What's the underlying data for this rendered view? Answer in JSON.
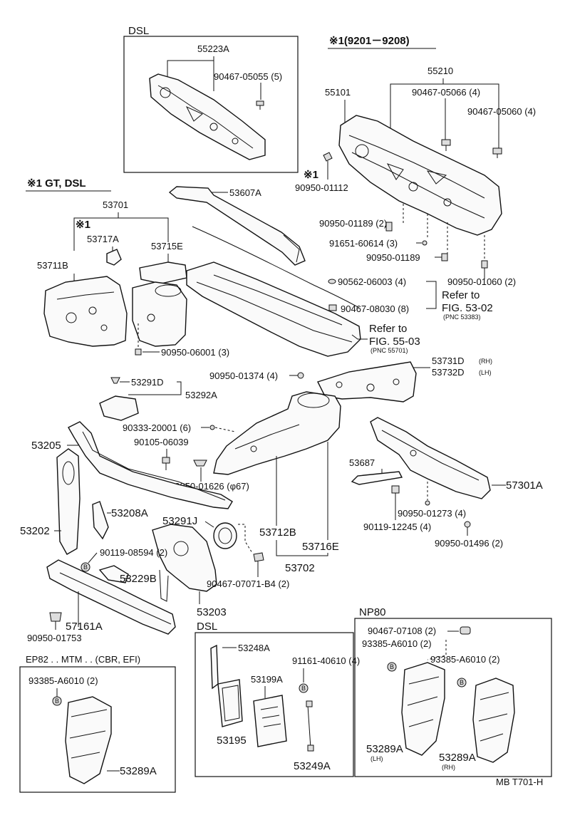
{
  "labels": {
    "dsl_top": "DSL",
    "hdr_9201": "※1(9201－9208)",
    "hdr_gt_dsl": "※1 GT, DSL",
    "p55223A": "55223A",
    "p90467_05055": "90467-05055 (5)",
    "p55210": "55210",
    "p55101": "55101",
    "p90467_05066": "90467-05066 (4)",
    "p90467_05060": "90467-05060 (4)",
    "star1_a": "※1",
    "p90950_01112": "90950-01112",
    "p53607A": "53607A",
    "p53701": "53701",
    "star1_b": "※1",
    "p53717A": "53717A",
    "p53715E": "53715E",
    "p53711B": "53711B",
    "p90950_01189_2": "90950-01189 (2)",
    "p91651_60614": "91651-60614 (3)",
    "p90950_01189": "90950-01189",
    "p90950_01060": "90950-01060 (2)",
    "p90562_06003": "90562-06003 (4)",
    "refer_to_1": "Refer to",
    "fig_53_02": "FIG. 53-02",
    "pnc_53383": "(PNC 53383)",
    "p90467_08030": "90467-08030 (8)",
    "refer_to_2": "Refer to",
    "fig_55_03": "FIG. 55-03",
    "pnc_55701": "(PNC 55701)",
    "p90950_06001": "90950-06001 (3)",
    "p90950_01374": "90950-01374 (4)",
    "p53731D": "53731D",
    "rh_1": "(RH)",
    "p53732D": "53732D",
    "lh_1": "(LH)",
    "p53291D": "53291D",
    "p53292A": "53292A",
    "p90333_20001": "90333-20001 (6)",
    "p90105_06039": "90105-06039",
    "p53205": "53205",
    "p53687": "53687",
    "p57301A": "57301A",
    "p90950_01626": "90950-01626 (φ67)",
    "p90950_01273": "90950-01273 (4)",
    "p53208A": "53208A",
    "p53291J": "53291J",
    "p53202": "53202",
    "p53712B": "53712B",
    "p90119_12245": "90119-12245 (4)",
    "p53716E": "53716E",
    "p90950_01496": "90950-01496 (2)",
    "p90119_08594": "90119-08594 (2)",
    "b_1": "B",
    "p53229B": "53229B",
    "p53702": "53702",
    "p90467_07071": "90467-07071-B4 (2)",
    "p53203": "53203",
    "p57161A": "57161A",
    "p90950_01753": "90950-01753",
    "np80": "NP80",
    "dsl_bottom": "DSL",
    "p90467_07108": "90467-07108 (2)",
    "p93385_A6010_a": "93385-A6010 (2)",
    "b_2": "B",
    "p93385_A6010_b": "93385-A6010 (2)",
    "b_3": "B",
    "ep82": "EP82 . . MTM . . (CBR, EFI)",
    "p93385_A6010_c": "93385-A6010 (2)",
    "b_4": "B",
    "p53248A": "53248A",
    "p91161_40610": "91161-40610 (4)",
    "b_5": "B",
    "p53199A": "53199A",
    "p53195": "53195",
    "p53249A": "53249A",
    "p53289A_lh": "53289A",
    "lh_2": "(LH)",
    "p53289A_rh": "53289A",
    "rh_2": "(RH)",
    "p53289A_ep": "53289A",
    "footer_code": "MB T701-H"
  }
}
